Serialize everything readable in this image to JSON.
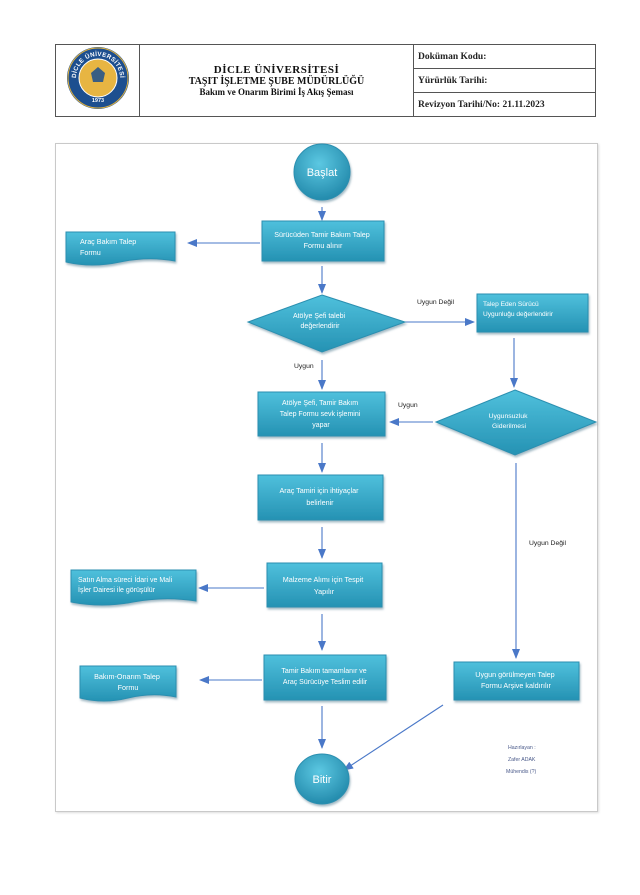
{
  "header": {
    "logo": {
      "icon": "university-seal-icon",
      "arc_text": "DİCLE ÜNİVERSİTESİ",
      "year": "1973"
    },
    "title_line1": "DİCLE ÜNİVERSİTESİ",
    "title_line2": "TAŞIT İŞLETME ŞUBE MÜDÜRLÜĞÜ",
    "title_line3": "Bakım ve Onarım Birimi İş Akış Şeması",
    "doc_code_label": "Doküman Kodu:",
    "effective_date_label": "Yürürlük Tarihi:",
    "revision_label": "Revizyon Tarihi/No: 21.11.2023"
  },
  "flow": {
    "start": "Başlat",
    "end": "Bitir",
    "step1": [
      "Sürücüden Tamir Bakım Talep",
      "Formu alınır"
    ],
    "doc1": [
      "Araç Bakım Talep",
      "Formu"
    ],
    "decision1": [
      "Atölye Şefi talebi",
      "değerlendirir"
    ],
    "side1": [
      "Talep Eden Sürücü",
      "Uygunluğu değerlendirir"
    ],
    "decision2": [
      "Uygunsuzluk",
      "Giderilmesi"
    ],
    "step2": [
      "Atölye Şefi, Tamir Bakım",
      "Talep Formu sevk işlemini",
      "yapar"
    ],
    "step3": [
      "Araç Tamiri için ihtiyaçlar",
      "belirlenir"
    ],
    "step4": [
      "Malzeme Alımı için Tespit",
      "Yapılır"
    ],
    "doc2": [
      "Satın Alma süreci İdari ve Mali",
      "İşler Dairesi ile görüşülür"
    ],
    "step5": [
      "Tamir Bakım tamamlanır ve",
      "Araç Sürücüye Teslim edilir"
    ],
    "doc3": [
      "Bakım-Onarım Talep",
      "Formu"
    ],
    "side2": [
      "Uygun görülmeyen Talep",
      "Formu Arşive kaldırılır"
    ],
    "label_uygun_degil_1": "Uygun Değil",
    "label_uygun_1": "Uygun",
    "label_uygun_2": "Uygun",
    "label_uygun_degil_2": "Uygun Değil",
    "prepared": [
      "Hazırlayan :",
      "Zafer ADAK",
      "Mühendis (?)"
    ]
  },
  "colors": {
    "shape_fill": "#35a8c6",
    "shape_dark": "#1a7d9c",
    "arrow": "#4a78c8",
    "text_on_shape": "#ffffff"
  }
}
